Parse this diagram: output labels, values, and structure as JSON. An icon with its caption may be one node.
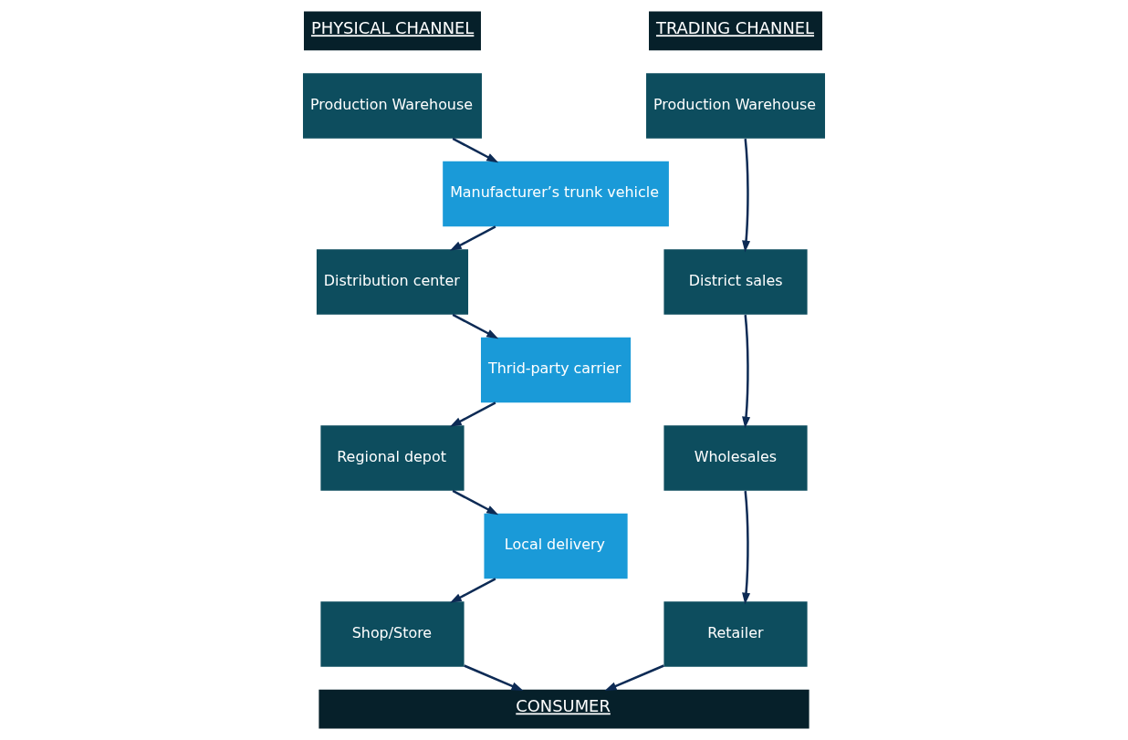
{
  "diagram": {
    "nodes": [
      {
        "text": [
          "PHYSICAL CHANNEL"
        ]
      },
      {
        "text": [
          "TRADING CHANNEL"
        ]
      },
      {
        "text": [
          "Production Warehouse"
        ]
      },
      {
        "text": [
          "Production Warehouse"
        ]
      },
      {
        "text": [
          "Manufacturer’s trunk vehicle"
        ]
      },
      {
        "text": [
          "Distribution center"
        ]
      },
      {
        "text": [
          "District sales"
        ]
      },
      {
        "text": [
          "Thrid-party carrier"
        ]
      },
      {
        "text": [
          "Regional depot"
        ]
      },
      {
        "text": [
          "Wholesales"
        ]
      },
      {
        "text": [
          "Local delivery"
        ]
      },
      {
        "text": [
          "Shop/Store"
        ]
      },
      {
        "text": [
          "Retailer"
        ]
      },
      {
        "text": [
          "CONSUMER"
        ]
      }
    ],
    "edges": [
      {
        "from": 2,
        "to": 4,
        "arrow": "to"
      },
      {
        "from": 4,
        "to": 5,
        "arrow": "to"
      },
      {
        "from": 5,
        "to": 7,
        "arrow": "to"
      },
      {
        "from": 7,
        "to": 8,
        "arrow": "to"
      },
      {
        "from": 8,
        "to": 10,
        "arrow": "to"
      },
      {
        "from": 10,
        "to": 11,
        "arrow": "to"
      },
      {
        "from": 11,
        "to": 13,
        "arrow": "to"
      },
      {
        "from": 3,
        "to": 6,
        "arrow": "to"
      },
      {
        "from": 6,
        "to": 9,
        "arrow": "to"
      },
      {
        "from": 9,
        "to": 12,
        "arrow": "to"
      },
      {
        "from": 12,
        "to": 13,
        "arrow": "to"
      }
    ]
  }
}
